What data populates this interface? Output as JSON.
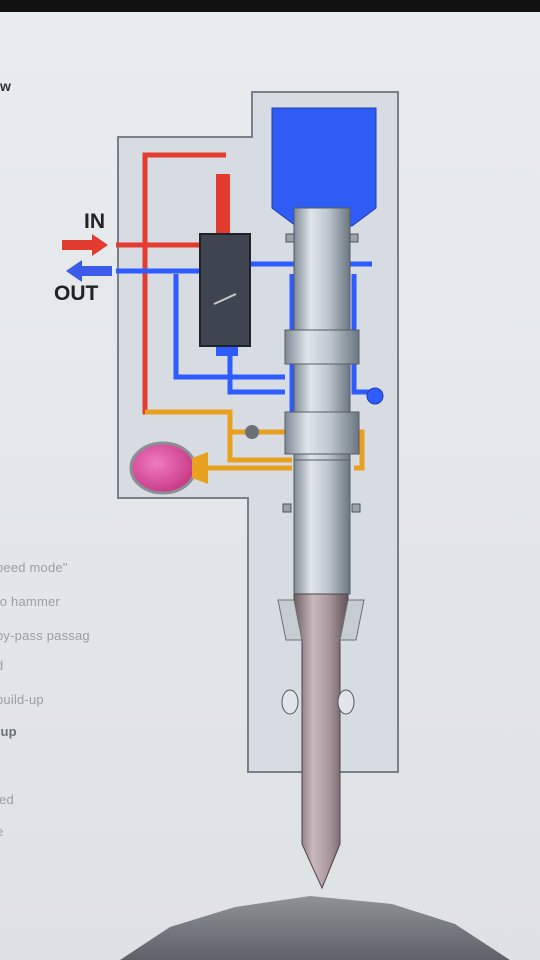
{
  "heading_fragment": "w",
  "diagram": {
    "label_in": "IN",
    "label_out": "OUT"
  },
  "sidebar_lines": [
    "peed mode\"",
    "to hammer",
    "by-pass passag",
    "d",
    "build-up",
    "-up",
    "led",
    "e"
  ],
  "colors": {
    "pressure_line": "#e23b2f",
    "return_line": "#2e5cff",
    "accumulator_line": "#e8a020",
    "accumulator": "#d9479a",
    "housing": "#d6dbe2"
  }
}
